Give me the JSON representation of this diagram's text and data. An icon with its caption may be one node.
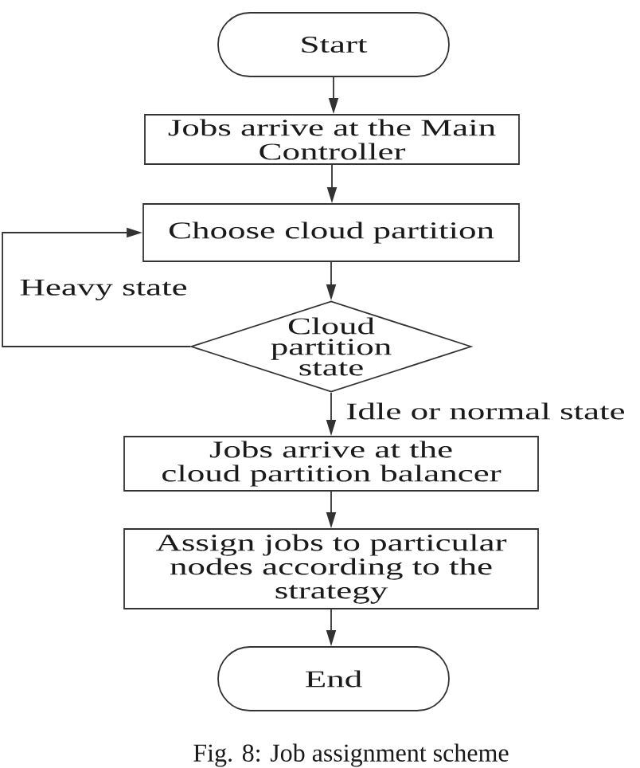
{
  "diagram": {
    "caption": "Fig. 8: Job assignment scheme",
    "nodes": [
      {
        "text": [
          "Start"
        ]
      },
      {
        "text": [
          "Jobs arrive at the Main Controller"
        ]
      },
      {
        "text": [
          "Choose cloud partition"
        ]
      },
      {
        "text": [
          "Cloud partition state"
        ]
      },
      {
        "text": [
          "Jobs arrive at the cloud partition balancer"
        ]
      },
      {
        "text": [
          "Assign jobs to particular nodes according to the strategy"
        ]
      },
      {
        "text": [
          "End"
        ]
      }
    ],
    "edges": [
      {
        "from": 0,
        "to": 1,
        "arrow": "to"
      },
      {
        "from": 1,
        "to": 2,
        "arrow": "to"
      },
      {
        "from": 2,
        "to": 3,
        "arrow": "to"
      },
      {
        "from": 3,
        "to": 2,
        "arrow": "to",
        "label": "Heavy state"
      },
      {
        "from": 3,
        "to": 4,
        "arrow": "to",
        "label": "Idle or normal state"
      },
      {
        "from": 4,
        "to": 5,
        "arrow": "to"
      },
      {
        "from": 5,
        "to": 6,
        "arrow": "to"
      }
    ]
  }
}
